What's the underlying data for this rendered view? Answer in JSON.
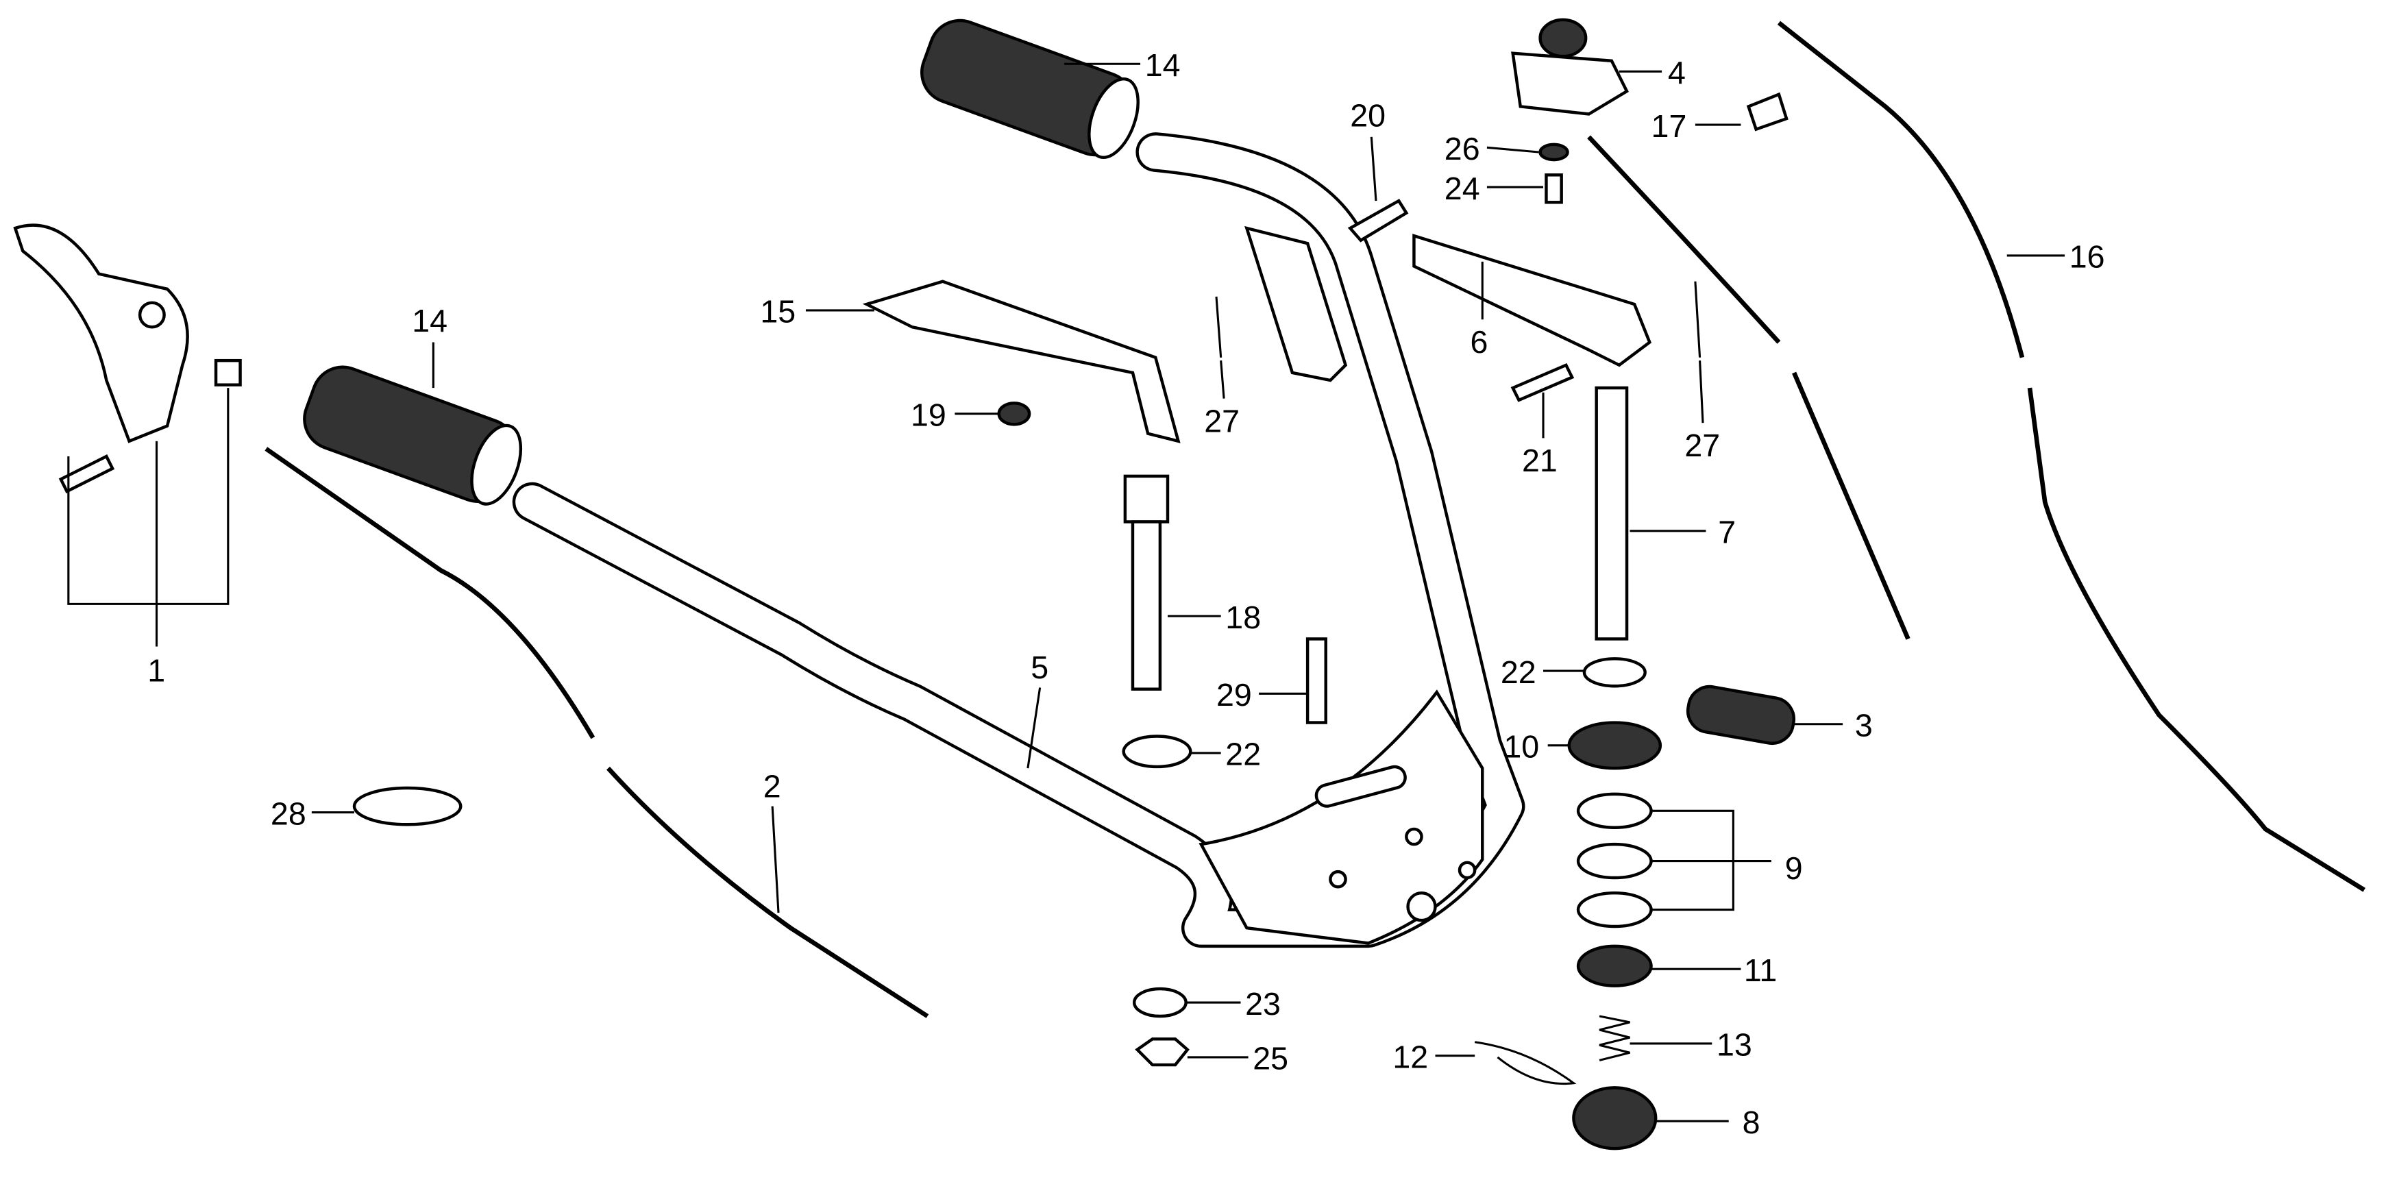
{
  "diagram": {
    "callouts": {
      "c1": "1",
      "c2": "2",
      "c3": "3",
      "c4": "4",
      "c5": "5",
      "c6": "6",
      "c7": "7",
      "c8": "8",
      "c9": "9",
      "c10": "10",
      "c11": "11",
      "c12": "12",
      "c13": "13",
      "c14a": "14",
      "c14b": "14",
      "c15": "15",
      "c16": "16",
      "c17": "17",
      "c18": "18",
      "c19": "19",
      "c20": "20",
      "c21": "21",
      "c22a": "22",
      "c22b": "22",
      "c23": "23",
      "c24": "24",
      "c25": "25",
      "c26": "26",
      "c27a": "27",
      "c27b": "27",
      "c28": "28",
      "c29": "29"
    }
  }
}
